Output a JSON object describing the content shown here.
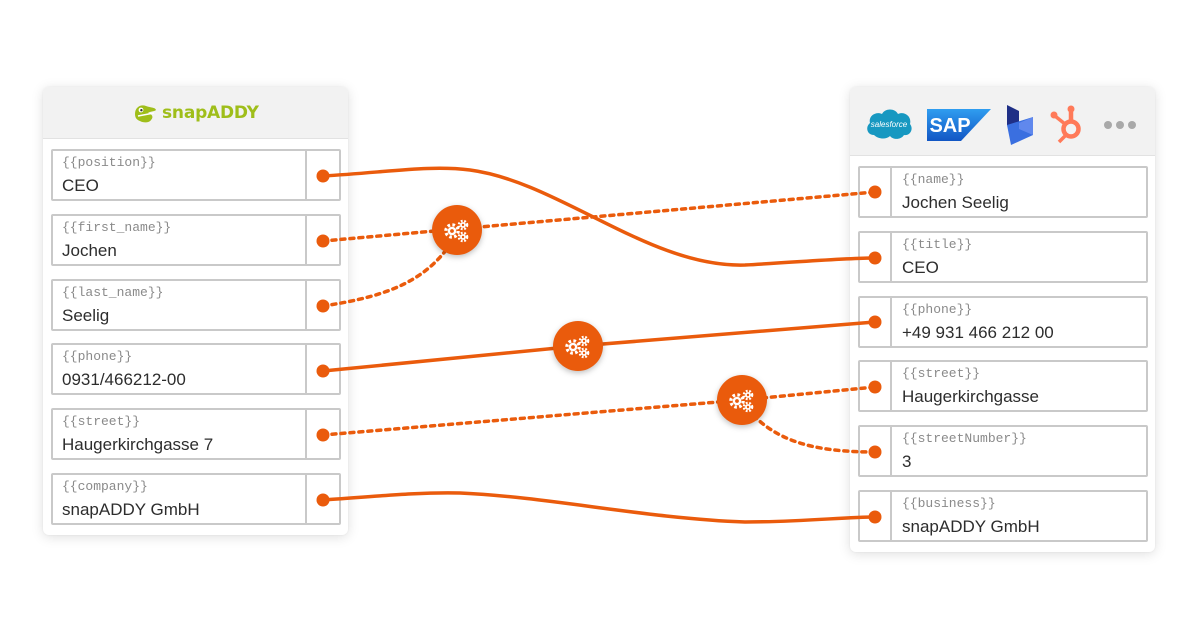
{
  "left": {
    "brand": "snapADDY",
    "fields": [
      {
        "key": "{{position}}",
        "value": "CEO"
      },
      {
        "key": "{{first_name}}",
        "value": "Jochen"
      },
      {
        "key": "{{last_name}}",
        "value": "Seelig"
      },
      {
        "key": "{{phone}}",
        "value": "0931/466212-00"
      },
      {
        "key": "{{street}}",
        "value": "Haugerkirchgasse 7"
      },
      {
        "key": "{{company}}",
        "value": "snapADDY GmbH"
      }
    ]
  },
  "right": {
    "logos": [
      "salesforce",
      "SAP",
      "dynamics-icon",
      "hubspot-icon",
      "more-icon"
    ],
    "fields": [
      {
        "key": "{{name}}",
        "value": "Jochen Seelig"
      },
      {
        "key": "{{title}}",
        "value": "CEO"
      },
      {
        "key": "{{phone}}",
        "value": "+49 931 466 212 00"
      },
      {
        "key": "{{street}}",
        "value": "Haugerkirchgasse"
      },
      {
        "key": "{{streetNumber}}",
        "value": "3"
      },
      {
        "key": "{{business}}",
        "value": "snapADDY GmbH"
      }
    ]
  },
  "colors": {
    "connector": "#ea5b0c",
    "brand_green": "#9fbe1a",
    "salesforce_blue": "#1798c1",
    "sap_blue": "#1a6fd6",
    "hubspot_orange": "#ff7a59"
  }
}
